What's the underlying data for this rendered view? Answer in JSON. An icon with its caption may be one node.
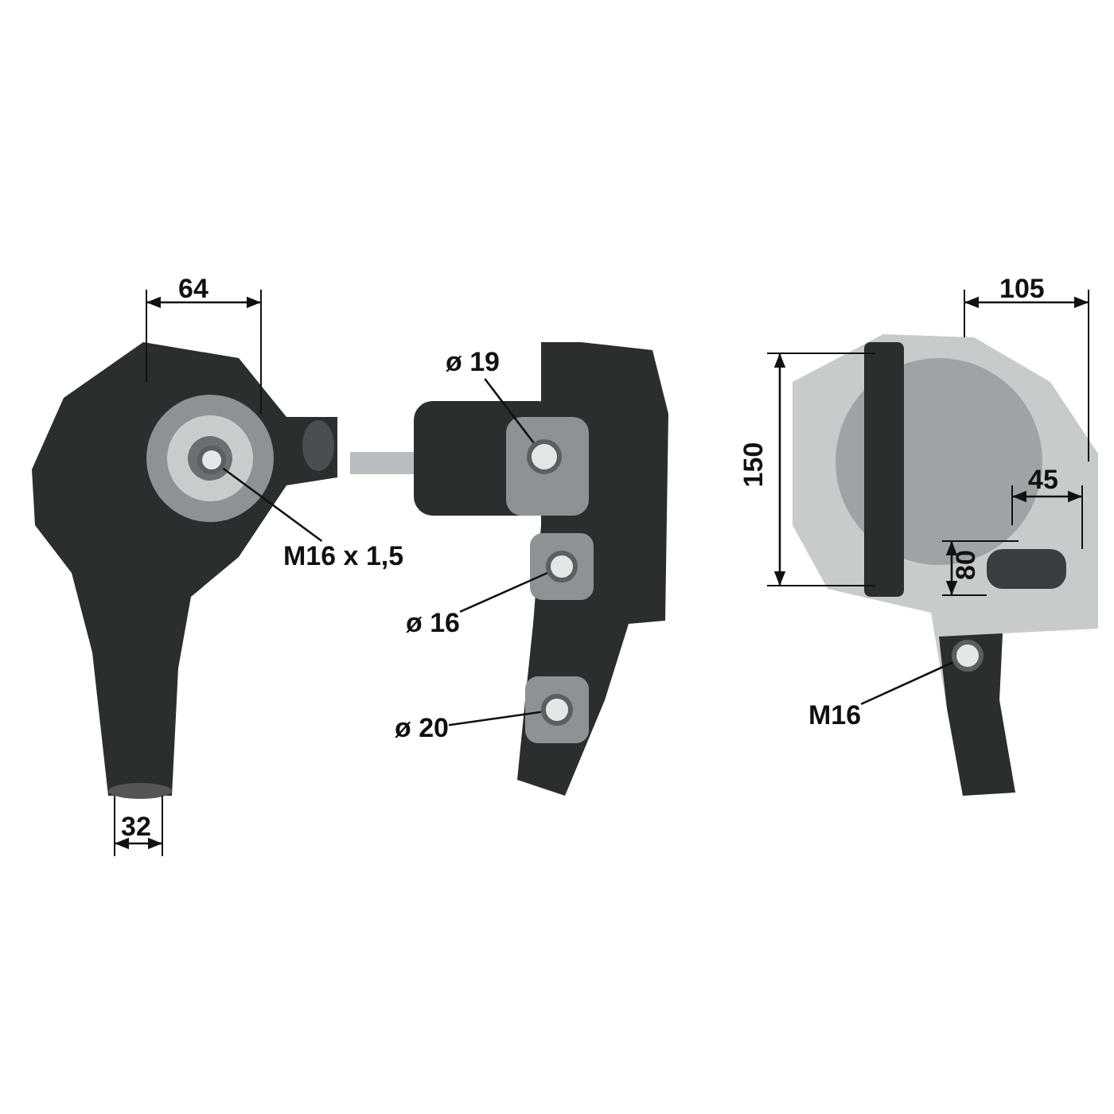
{
  "diagram": {
    "nodes": [
      {
        "text": [
          "M16 x 1,5"
        ]
      },
      {
        "text": [],
        "shape": "circle"
      },
      {
        "text": [
          "ø 19"
        ]
      },
      {
        "text": [],
        "shape": "circle"
      },
      {
        "text": [
          "ø 16"
        ]
      },
      {
        "text": [],
        "shape": "circle"
      },
      {
        "text": [
          "ø 20"
        ]
      },
      {
        "text": [],
        "shape": "circle"
      },
      {
        "text": [
          "M16"
        ]
      },
      {
        "text": [],
        "shape": "circle"
      }
    ],
    "edges": [
      {
        "from": 0,
        "to": 1,
        "arrow": "none"
      },
      {
        "from": 2,
        "to": 3,
        "arrow": "none"
      },
      {
        "from": 4,
        "to": 5,
        "arrow": "none"
      },
      {
        "from": 6,
        "to": 7,
        "arrow": "none"
      },
      {
        "from": 8,
        "to": 9,
        "arrow": "none"
      }
    ],
    "labels": [
      "64",
      "105",
      "150",
      "45",
      "80",
      "32"
    ]
  }
}
